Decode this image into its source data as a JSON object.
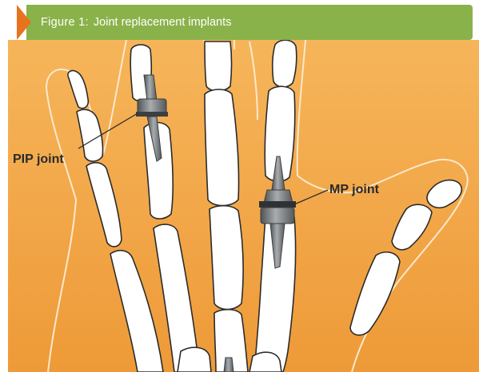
{
  "figure": {
    "number": "Figure 1:",
    "title": "Joint replacement implants"
  },
  "labels": {
    "pip": "PIP joint",
    "mp": "MP joint"
  },
  "colors": {
    "banner_bg": "#8ab24a",
    "banner_arrow": "#e8731e",
    "background": "#f2a445",
    "bone_fill": "#ffffff",
    "bone_outline": "#2b2b2b",
    "implant": "#6f7377"
  }
}
